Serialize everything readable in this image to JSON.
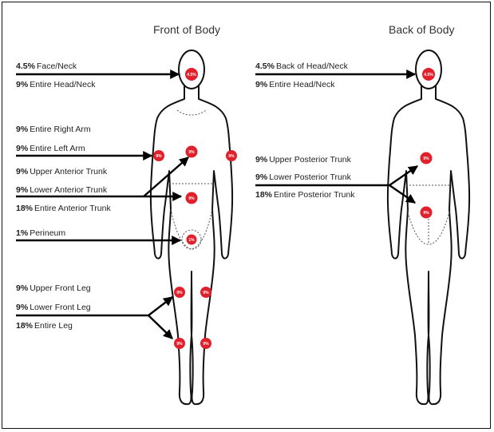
{
  "headings": {
    "front": "Front of Body",
    "back": "Back of Body"
  },
  "front_labels": [
    {
      "pct": "4.5%",
      "text": "Face/Neck"
    },
    {
      "pct": "9%",
      "text": "Entire Head/Neck"
    },
    {
      "pct": "9%",
      "text": "Entire Right Arm"
    },
    {
      "pct": "9%",
      "text": "Entire Left Arm"
    },
    {
      "pct": "9%",
      "text": "Upper Anterior Trunk"
    },
    {
      "pct": "9%",
      "text": "Lower Anterior Trunk"
    },
    {
      "pct": "18%",
      "text": "Entire Anterior Trunk"
    },
    {
      "pct": "1%",
      "text": "Perineum"
    },
    {
      "pct": "9%",
      "text": "Upper Front Leg"
    },
    {
      "pct": "9%",
      "text": "Lower Front Leg"
    },
    {
      "pct": "18%",
      "text": "Entire Leg"
    }
  ],
  "back_labels": [
    {
      "pct": "4.5%",
      "text": "Back of Head/Neck"
    },
    {
      "pct": "9%",
      "text": "Entire Head/Neck"
    },
    {
      "pct": "9%",
      "text": "Upper Posterior Trunk"
    },
    {
      "pct": "9%",
      "text": "Lower Posterior Trunk"
    },
    {
      "pct": "18%",
      "text": "Entire Posterior Trunk"
    }
  ],
  "markers": {
    "face": "4.5%",
    "arm": "9%",
    "upper_trunk": "9%",
    "lower_trunk": "9%",
    "perineum": "1%",
    "leg": "9%",
    "back_head": "4.5%",
    "back_upper": "9%",
    "back_lower": "9%"
  },
  "colors": {
    "marker": "#e0202a",
    "outline": "#111111",
    "arrow": "#000000"
  }
}
